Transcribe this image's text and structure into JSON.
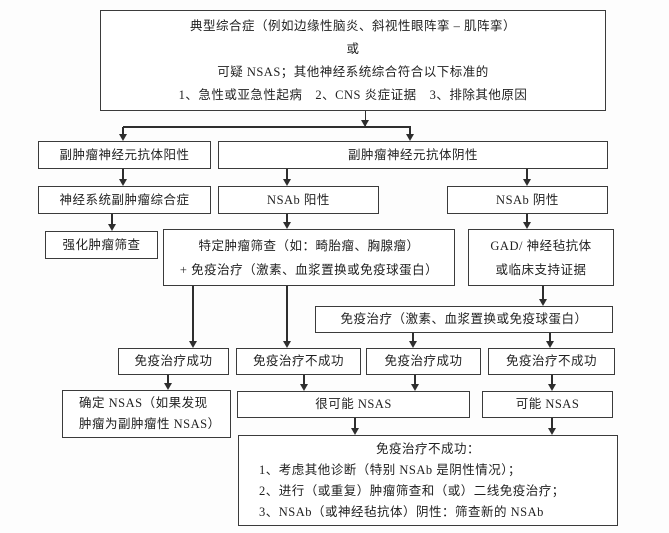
{
  "colors": {
    "background": "#fdfdfd",
    "box_fill": "#ffffff",
    "box_border": "#3b3b3b",
    "text": "#1f1f1f",
    "arrow": "#2e2e2e"
  },
  "nodes": {
    "top": {
      "lines": [
        "典型综合症（例如边缘性脑炎、斜视性眼阵挛 – 肌阵挛）",
        "或",
        "可疑 NSAS；其他神经系统综合符合以下标准的",
        "1、急性或亚急性起病　2、CNS 炎症证据　3、排除其他原因"
      ]
    },
    "pnab_pos": {
      "label": "副肿瘤神经元抗体阳性"
    },
    "pnab_neg": {
      "label": "副肿瘤神经元抗体阴性"
    },
    "nps": {
      "label": "神经系统副肿瘤综合症"
    },
    "nsab_pos": {
      "label": "NSAb 阳性"
    },
    "nsab_neg": {
      "label": "NSAb 阴性"
    },
    "enhanced": {
      "label": "强化肿瘤筛查"
    },
    "specific": {
      "lines": [
        "特定肿瘤筛查（如：畸胎瘤、胸腺瘤）",
        "+ 免疫治疗（激素、血浆置换或免疫球蛋白）"
      ]
    },
    "gad": {
      "lines": [
        "GAD/ 神经毡抗体",
        "或临床支持证据"
      ]
    },
    "immuno": {
      "label": "免疫治疗（激素、血浆置换或免疫球蛋白）"
    },
    "it_success_1": {
      "label": "免疫治疗成功"
    },
    "it_fail_1": {
      "label": "免疫治疗不成功"
    },
    "it_success_2": {
      "label": "免疫治疗成功"
    },
    "it_fail_2": {
      "label": "免疫治疗不成功"
    },
    "definite": {
      "lines": [
        "确定 NSAS（如果发现",
        "肿瘤为副肿瘤性 NSAS）"
      ]
    },
    "probable": {
      "label": "很可能 NSAS"
    },
    "possible": {
      "label": "可能 NSAS"
    },
    "bottom": {
      "title": "免疫治疗不成功：",
      "items": [
        "1、考虑其他诊断（特别 NSAb 是阴性情况）；",
        "2、进行（或重复）肿瘤筛查和（或）二线免疫治疗；",
        "3、NSAb（或神经毡抗体）阴性：筛查新的 NSAb"
      ]
    }
  },
  "edges": [
    {
      "from": "top",
      "to": "pnab_pos"
    },
    {
      "from": "top",
      "to": "pnab_neg"
    },
    {
      "from": "pnab_pos",
      "to": "nps"
    },
    {
      "from": "nps",
      "to": "enhanced"
    },
    {
      "from": "pnab_neg",
      "to": "nsab_pos"
    },
    {
      "from": "pnab_neg",
      "to": "nsab_neg"
    },
    {
      "from": "nsab_pos",
      "to": "specific"
    },
    {
      "from": "nsab_neg",
      "to": "gad"
    },
    {
      "from": "gad",
      "to": "immuno"
    },
    {
      "from": "specific",
      "to": "it_success_1"
    },
    {
      "from": "specific",
      "to": "it_fail_1"
    },
    {
      "from": "immuno",
      "to": "it_success_2"
    },
    {
      "from": "immuno",
      "to": "it_fail_2"
    },
    {
      "from": "it_success_1",
      "to": "definite"
    },
    {
      "from": "it_fail_1",
      "to": "probable"
    },
    {
      "from": "it_success_2",
      "to": "probable"
    },
    {
      "from": "it_fail_2",
      "to": "possible"
    },
    {
      "from": "probable",
      "to": "bottom"
    },
    {
      "from": "possible",
      "to": "bottom"
    }
  ]
}
